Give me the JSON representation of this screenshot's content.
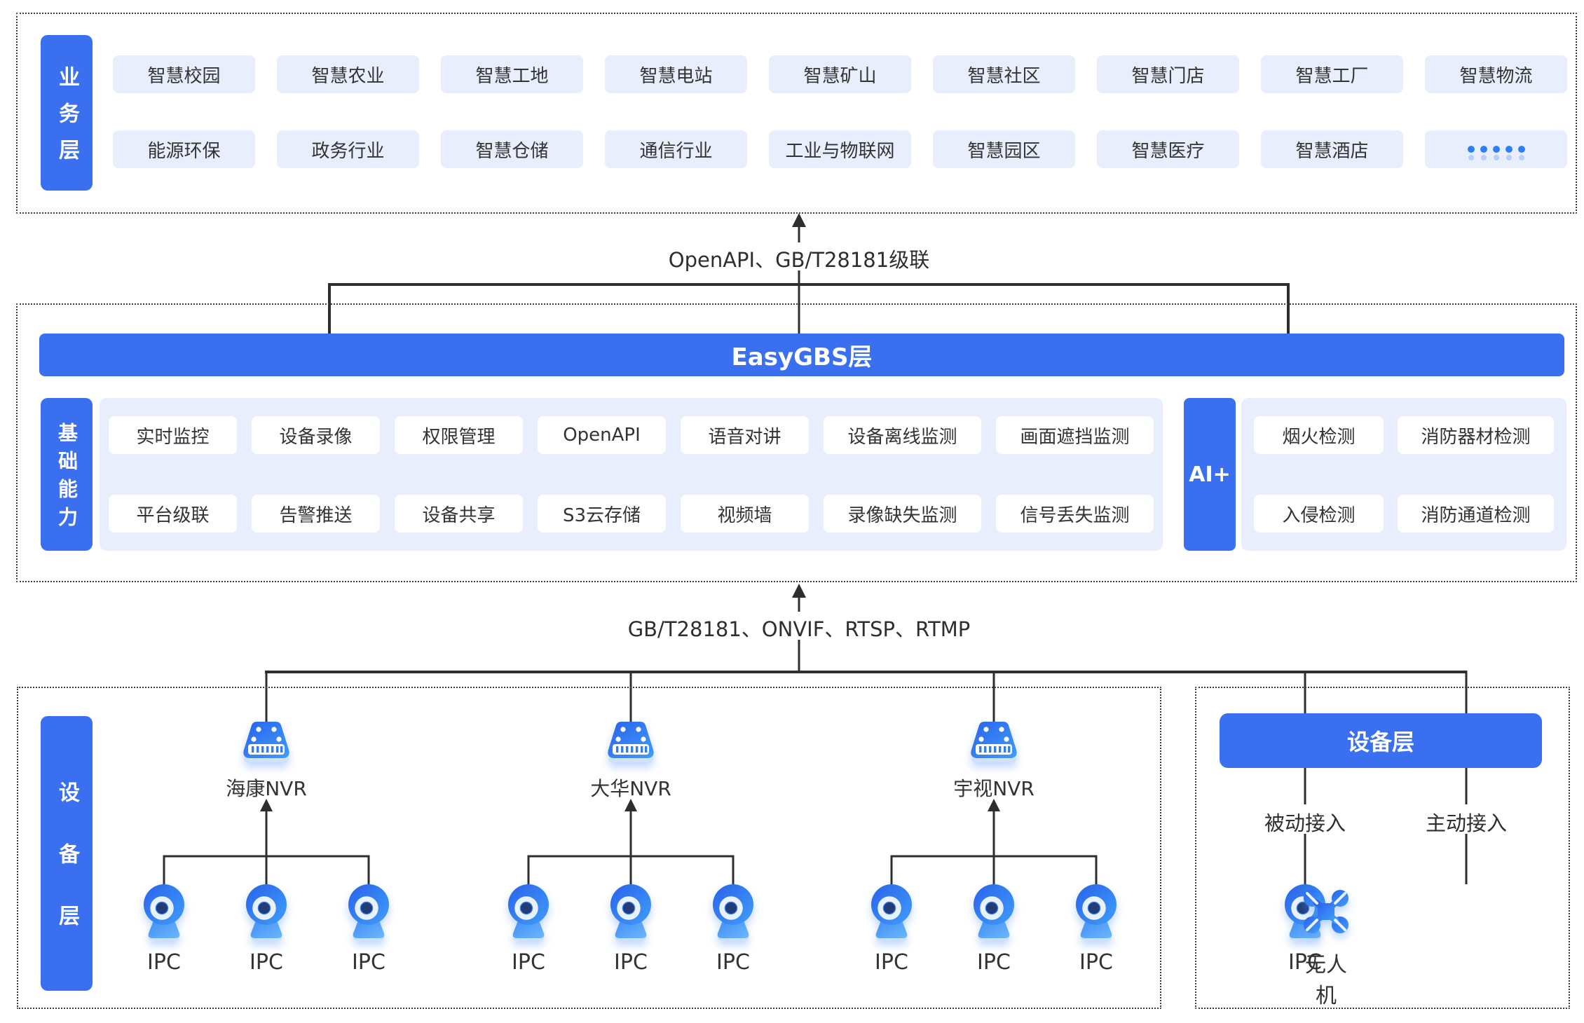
{
  "colors": {
    "primary_blue": "#3a6ff0",
    "light_box": "#e8eefc",
    "chip_white": "#ffffff",
    "line": "#2e2e2e",
    "text": "#333333",
    "dot_blue": "#2f7ff5",
    "icon_gradient": [
      "#2a62ec",
      "#3f9ef8"
    ]
  },
  "business_layer": {
    "label": "业务层",
    "row1": [
      "智慧校园",
      "智慧农业",
      "智慧工地",
      "智慧电站",
      "智慧矿山",
      "智慧社区",
      "智慧门店",
      "智慧工厂",
      "智慧物流"
    ],
    "row2": [
      "能源环保",
      "政务行业",
      "智慧仓储",
      "通信行业",
      "工业与物联网",
      "智慧园区",
      "智慧医疗",
      "智慧酒店",
      "·····"
    ]
  },
  "top_connector": {
    "label": "OpenAPI、GB/T28181级联"
  },
  "platform_layer": {
    "title": "EasyGBS层",
    "capability_label": "基础能力",
    "capabilities_row1": [
      "实时监控",
      "设备录像",
      "权限管理",
      "OpenAPI",
      "语音对讲",
      "设备离线监测",
      "画面遮挡监测"
    ],
    "capabilities_row2": [
      "平台级联",
      "告警推送",
      "设备共享",
      "S3云存储",
      "视频墙",
      "录像缺失监测",
      "信号丢失监测"
    ],
    "ai_label": "AI+",
    "ai_capabilities_row1": [
      "烟火检测",
      "消防器材检测"
    ],
    "ai_capabilities_row2": [
      "入侵检测",
      "消防通道检测"
    ]
  },
  "bottom_connector": {
    "label": "GB/T28181、ONVIF、RTSP、RTMP"
  },
  "device_layer": {
    "label": "设备层",
    "nvr_groups": [
      {
        "name": "海康NVR",
        "cameras": [
          "IPC",
          "IPC",
          "IPC"
        ]
      },
      {
        "name": "大华NVR",
        "cameras": [
          "IPC",
          "IPC",
          "IPC"
        ]
      },
      {
        "name": "宇视NVR",
        "cameras": [
          "IPC",
          "IPC",
          "IPC"
        ]
      }
    ],
    "direct_access": {
      "title": "设备层",
      "columns": [
        {
          "mode": "被动接入",
          "device": "IPC"
        },
        {
          "mode": "主动接入",
          "device": "无人机"
        }
      ]
    }
  }
}
